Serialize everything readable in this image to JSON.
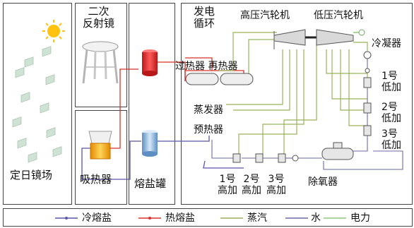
{
  "panels": {
    "heliostat_field": "定日镜场",
    "secondary_reflector": "二次\n反射镜",
    "receiver": "吸热器",
    "salt_tank": "熔盐罐",
    "power_cycle": "发电\n循环"
  },
  "components": {
    "hp_turbine": "高压汽轮机",
    "lp_turbine": "低压汽轮机",
    "condenser": "冷凝器",
    "superheater_reheater": "过热器 再热器",
    "evaporator": "蒸发器",
    "preheater": "预热器",
    "lp_heater_1": "1号\n低加",
    "lp_heater_2": "2号\n低加",
    "lp_heater_3": "3号\n低加",
    "hp_heater_1": "1号\n高加",
    "hp_heater_2": "2号\n高加",
    "hp_heater_3": "3号\n高加",
    "deaerator": "除氧器"
  },
  "legend": [
    {
      "label": "冷熔盐",
      "color": "#5b55a8"
    },
    {
      "label": "热熔盐",
      "color": "#d8322b"
    },
    {
      "label": "蒸汽",
      "color": "#9bb25a"
    },
    {
      "label": "水",
      "color": "#6a6aa8"
    },
    {
      "label": "电力",
      "color": "#8fc97a"
    }
  ]
}
